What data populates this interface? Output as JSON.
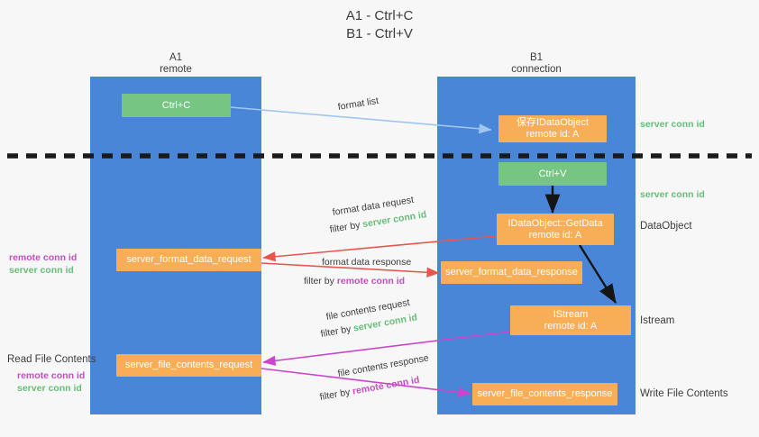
{
  "title": {
    "line1": "A1 - Ctrl+C",
    "line2": "B1 - Ctrl+V"
  },
  "lanes": [
    {
      "id": "a1",
      "name": "A1",
      "role": "remote",
      "color": "#4a86d8"
    },
    {
      "id": "b1",
      "name": "B1",
      "role": "connection",
      "color": "#4a86d8"
    }
  ],
  "colors": {
    "lane": "#4a86d8",
    "green_box": "#77c583",
    "orange_box": "#f8ae56",
    "green_text": "#69bd79",
    "magenta_text": "#c04fc0",
    "arrow_blue": "#9fc5f0",
    "arrow_red": "#e8554f",
    "arrow_magenta": "#cc44cc",
    "arrow_dark": "#202020",
    "background": "#f7f7f7"
  },
  "nodes": {
    "ctrl_c": {
      "line1": "Ctrl+C",
      "line2": ""
    },
    "save_dataobject": {
      "line1": "保存IDataObject",
      "line2": "remote id: A"
    },
    "ctrl_v": {
      "line1": "Ctrl+V",
      "line2": ""
    },
    "getdata": {
      "line1": "IDataObject::GetData",
      "line2": "remote id: A"
    },
    "server_format_data_request": {
      "line1": "server_format_data_request",
      "line2": ""
    },
    "server_format_data_response": {
      "line1": "server_format_data_response",
      "line2": ""
    },
    "istream": {
      "line1": "IStream",
      "line2": "remote id: A"
    },
    "server_file_contents_request": {
      "line1": "server_file_contents_request",
      "line2": ""
    },
    "server_file_contents_response": {
      "line1": "server_file_contents_response",
      "line2": ""
    }
  },
  "edge_labels": {
    "format_list": "format list",
    "format_data_request": "format data request",
    "format_data_request_filter_prefix": "filter by ",
    "format_data_request_filter_value": "server conn id",
    "format_data_response": "format data response",
    "format_data_response_filter_prefix": "filter by ",
    "format_data_response_filter_value": "remote conn id",
    "file_contents_request": "file contents request",
    "file_contents_request_filter_prefix": "filter by ",
    "file_contents_request_filter_value": "server conn id",
    "file_contents_response": "file contents response",
    "file_contents_response_filter_prefix": "filter by ",
    "file_contents_response_filter_value": "remote conn id"
  },
  "annotations": {
    "right": [
      {
        "text": "server conn id",
        "style": "green"
      },
      {
        "text": "server conn id",
        "style": "green"
      },
      {
        "text": "DataObject",
        "style": "plain"
      },
      {
        "text": "Istream",
        "style": "plain"
      },
      {
        "text": "Write File Contents",
        "style": "plain"
      }
    ],
    "left": [
      {
        "text": "remote conn id",
        "style": "magenta"
      },
      {
        "text": "server conn id",
        "style": "green"
      },
      {
        "text": "Read File Contents",
        "style": "plain"
      },
      {
        "text": "remote conn id",
        "style": "magenta"
      },
      {
        "text": "server conn id",
        "style": "green"
      }
    ]
  },
  "divider": {
    "style": "dashed",
    "color": "#1a1a1a"
  }
}
